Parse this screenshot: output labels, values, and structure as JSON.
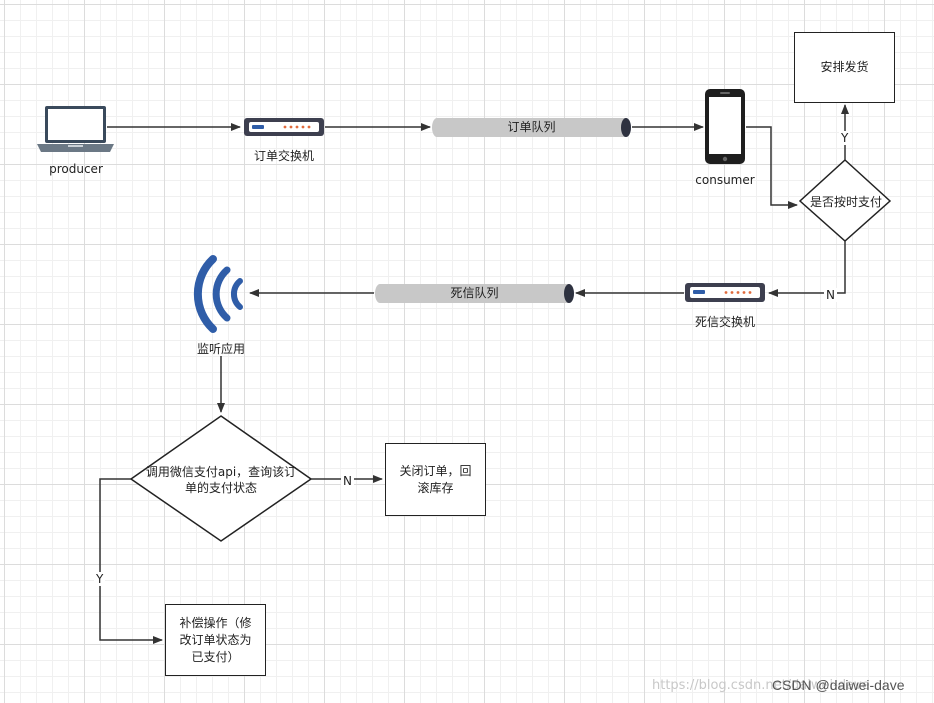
{
  "nodes": {
    "producer": "producer",
    "order_exchange": "订单交换机",
    "order_queue": "订单队列",
    "consumer": "consumer",
    "ship": "安排发货",
    "paid_on_time": "是否按时支付",
    "dlx": "死信交换机",
    "dead_queue": "死信队列",
    "listener": "监听应用",
    "query_pay": "调用微信支付api，查询该订单的支付状态",
    "close_order": "关闭订单，回滚库存",
    "compensate": "补偿操作（修改订单状态为已支付）"
  },
  "edges": {
    "yes_ship": "Y",
    "no_dead": "N",
    "no_close": "N",
    "yes_compensate": "Y"
  },
  "watermark": {
    "faint": "https://blog.csdn.net/daiwei-dave",
    "author": "CSDN @daiwei-dave"
  },
  "colors": {
    "line": "#333333",
    "queue": "#c8c8c8",
    "router_body": "#3d3f4f",
    "wifi": "#2f5da8"
  }
}
